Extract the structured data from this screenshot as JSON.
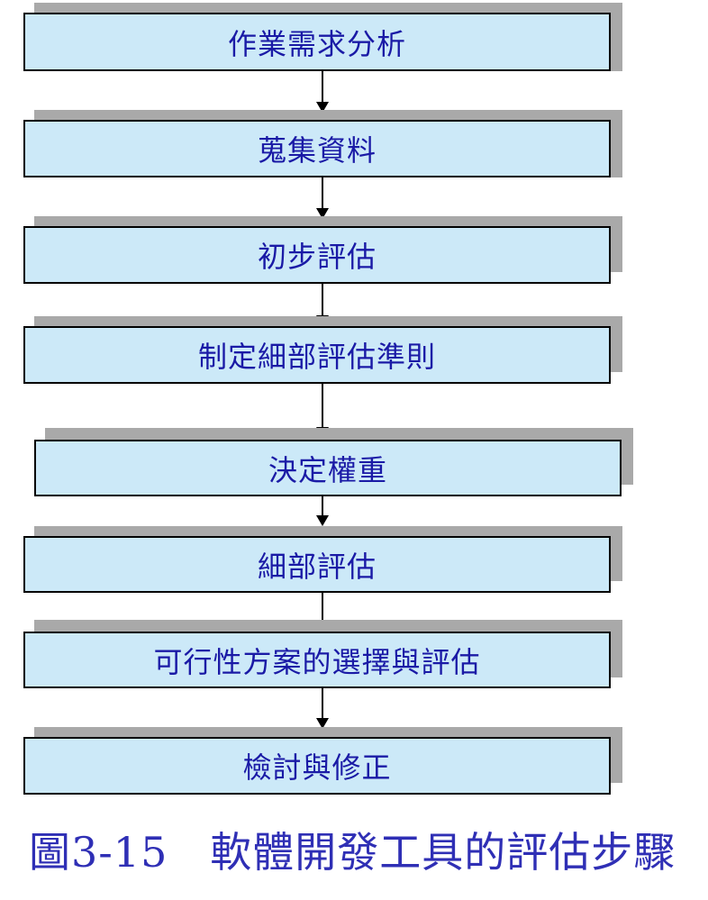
{
  "steps": [
    "作業需求分析",
    "蒐集資料",
    "初步評估",
    "制定細部評估準則",
    "決定權重",
    "細部評估",
    "可行性方案的選擇與評估",
    "檢討與修正"
  ],
  "caption": {
    "label": "圖3-15",
    "title": "軟體開發工具的評估步驟"
  },
  "colors": {
    "box_fill": "#cce9f8",
    "box_text": "#1a1aa6",
    "shadow": "#a9a9a9",
    "caption_text": "#2f2fb5"
  }
}
